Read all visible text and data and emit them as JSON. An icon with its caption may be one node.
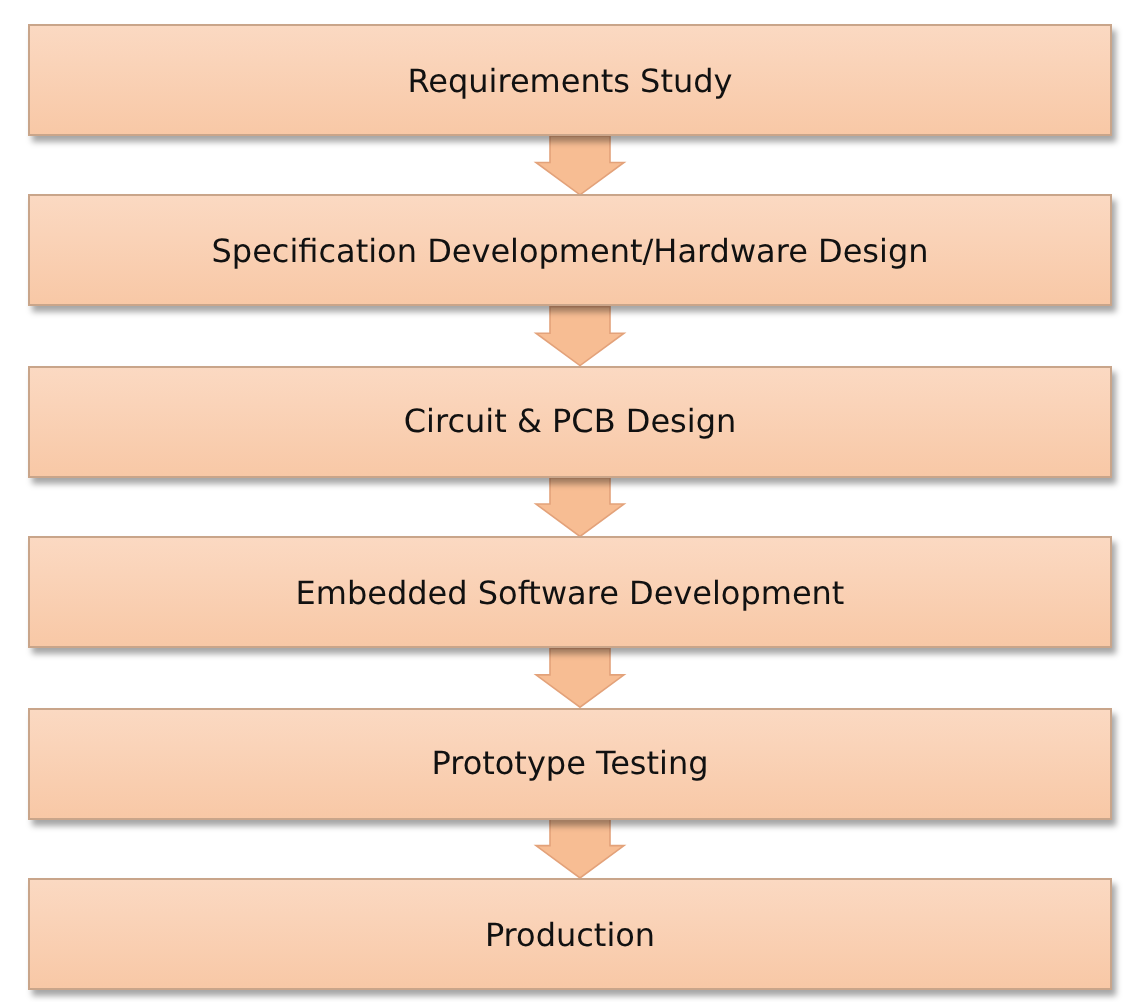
{
  "diagram": {
    "nodes": [
      {
        "text": [
          "Requirements Study"
        ]
      },
      {
        "text": [
          "Specification Development/Hardware Design"
        ]
      },
      {
        "text": [
          "Circuit & PCB Design"
        ]
      },
      {
        "text": [
          "Embedded Software Development"
        ]
      },
      {
        "text": [
          "Prototype Testing"
        ]
      },
      {
        "text": [
          "Production"
        ]
      }
    ],
    "edges": [
      {
        "from": 0,
        "to": 1,
        "arrow": "to"
      },
      {
        "from": 1,
        "to": 2,
        "arrow": "to"
      },
      {
        "from": 2,
        "to": 3,
        "arrow": "to"
      },
      {
        "from": 3,
        "to": 4,
        "arrow": "to"
      },
      {
        "from": 4,
        "to": 5,
        "arrow": "to"
      }
    ]
  }
}
